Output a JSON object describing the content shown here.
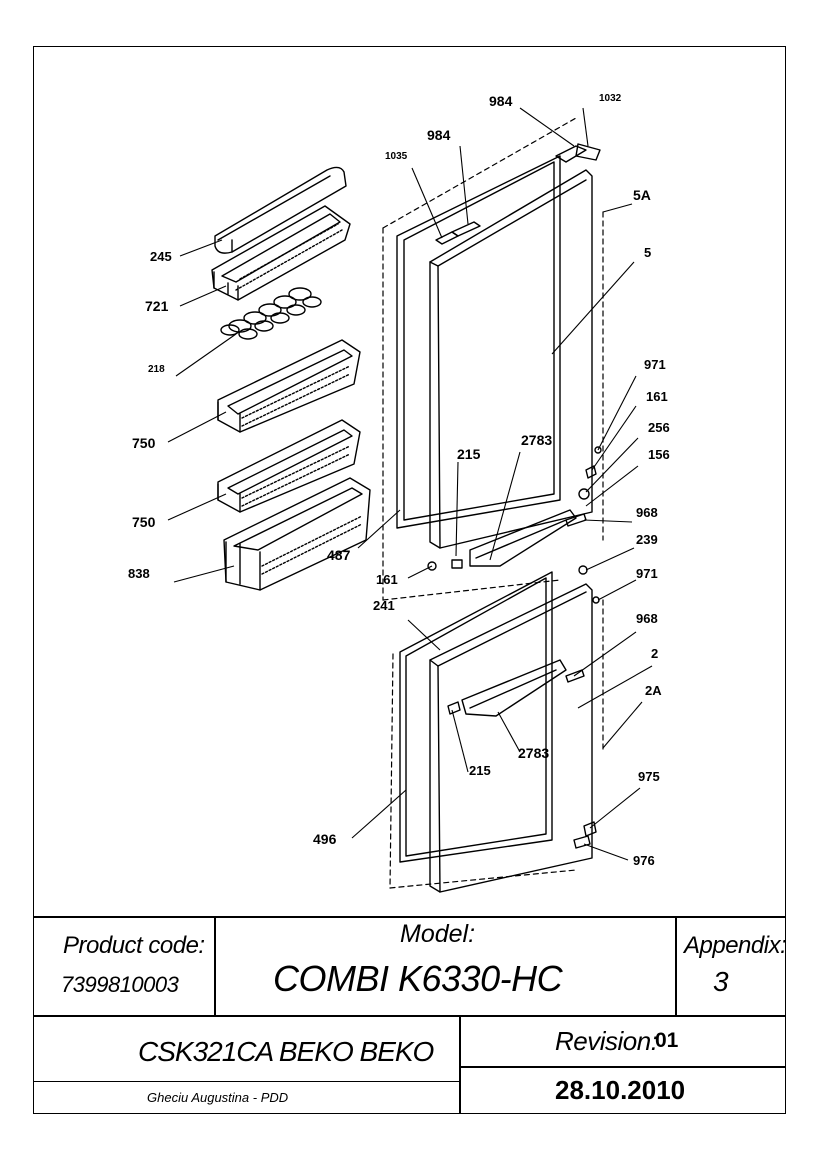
{
  "parts": [
    {
      "id": "p984a",
      "label": "984",
      "size": "big"
    },
    {
      "id": "p1032",
      "label": "1032",
      "size": "small"
    },
    {
      "id": "p984b",
      "label": "984",
      "size": "big"
    },
    {
      "id": "p1035",
      "label": "1035",
      "size": "small"
    },
    {
      "id": "p5A",
      "label": "5A",
      "size": "big"
    },
    {
      "id": "p5",
      "label": "5",
      "size": "normal"
    },
    {
      "id": "p245",
      "label": "245",
      "size": "normal"
    },
    {
      "id": "p721",
      "label": "721",
      "size": "big"
    },
    {
      "id": "p218",
      "label": "218",
      "size": "small"
    },
    {
      "id": "p750a",
      "label": "750",
      "size": "big"
    },
    {
      "id": "p750b",
      "label": "750",
      "size": "big"
    },
    {
      "id": "p838",
      "label": "838",
      "size": "normal"
    },
    {
      "id": "p487",
      "label": "487",
      "size": "big"
    },
    {
      "id": "p161a",
      "label": "161",
      "size": "normal"
    },
    {
      "id": "p215a",
      "label": "215",
      "size": "big"
    },
    {
      "id": "p2783a",
      "label": "2783",
      "size": "big"
    },
    {
      "id": "p971a",
      "label": "971",
      "size": "normal"
    },
    {
      "id": "p161b",
      "label": "161",
      "size": "normal"
    },
    {
      "id": "p256",
      "label": "256",
      "size": "normal"
    },
    {
      "id": "p156",
      "label": "156",
      "size": "normal"
    },
    {
      "id": "p968a",
      "label": "968",
      "size": "normal"
    },
    {
      "id": "p239",
      "label": "239",
      "size": "normal"
    },
    {
      "id": "p971b",
      "label": "971",
      "size": "normal"
    },
    {
      "id": "p241",
      "label": "241",
      "size": "normal"
    },
    {
      "id": "p968b",
      "label": "968",
      "size": "normal"
    },
    {
      "id": "p2",
      "label": "2",
      "size": "normal"
    },
    {
      "id": "p2A",
      "label": "2A",
      "size": "normal"
    },
    {
      "id": "p2783b",
      "label": "2783",
      "size": "big"
    },
    {
      "id": "p215b",
      "label": "215",
      "size": "normal"
    },
    {
      "id": "p975",
      "label": "975",
      "size": "normal"
    },
    {
      "id": "p496",
      "label": "496",
      "size": "big"
    },
    {
      "id": "p976",
      "label": "976",
      "size": "normal"
    }
  ],
  "titleblock": {
    "product_code_label": "Product code:",
    "product_code": "7399810003",
    "model_label": "Model:",
    "model": "COMBI K6330-HC",
    "appendix_label": "Appendix:",
    "appendix": "3",
    "description": "CSK321CA BEKO BEKO",
    "revision_label": "Revision:",
    "revision": "01",
    "author": "Gheciu Augustina - PDD",
    "date": "28.10.2010"
  }
}
